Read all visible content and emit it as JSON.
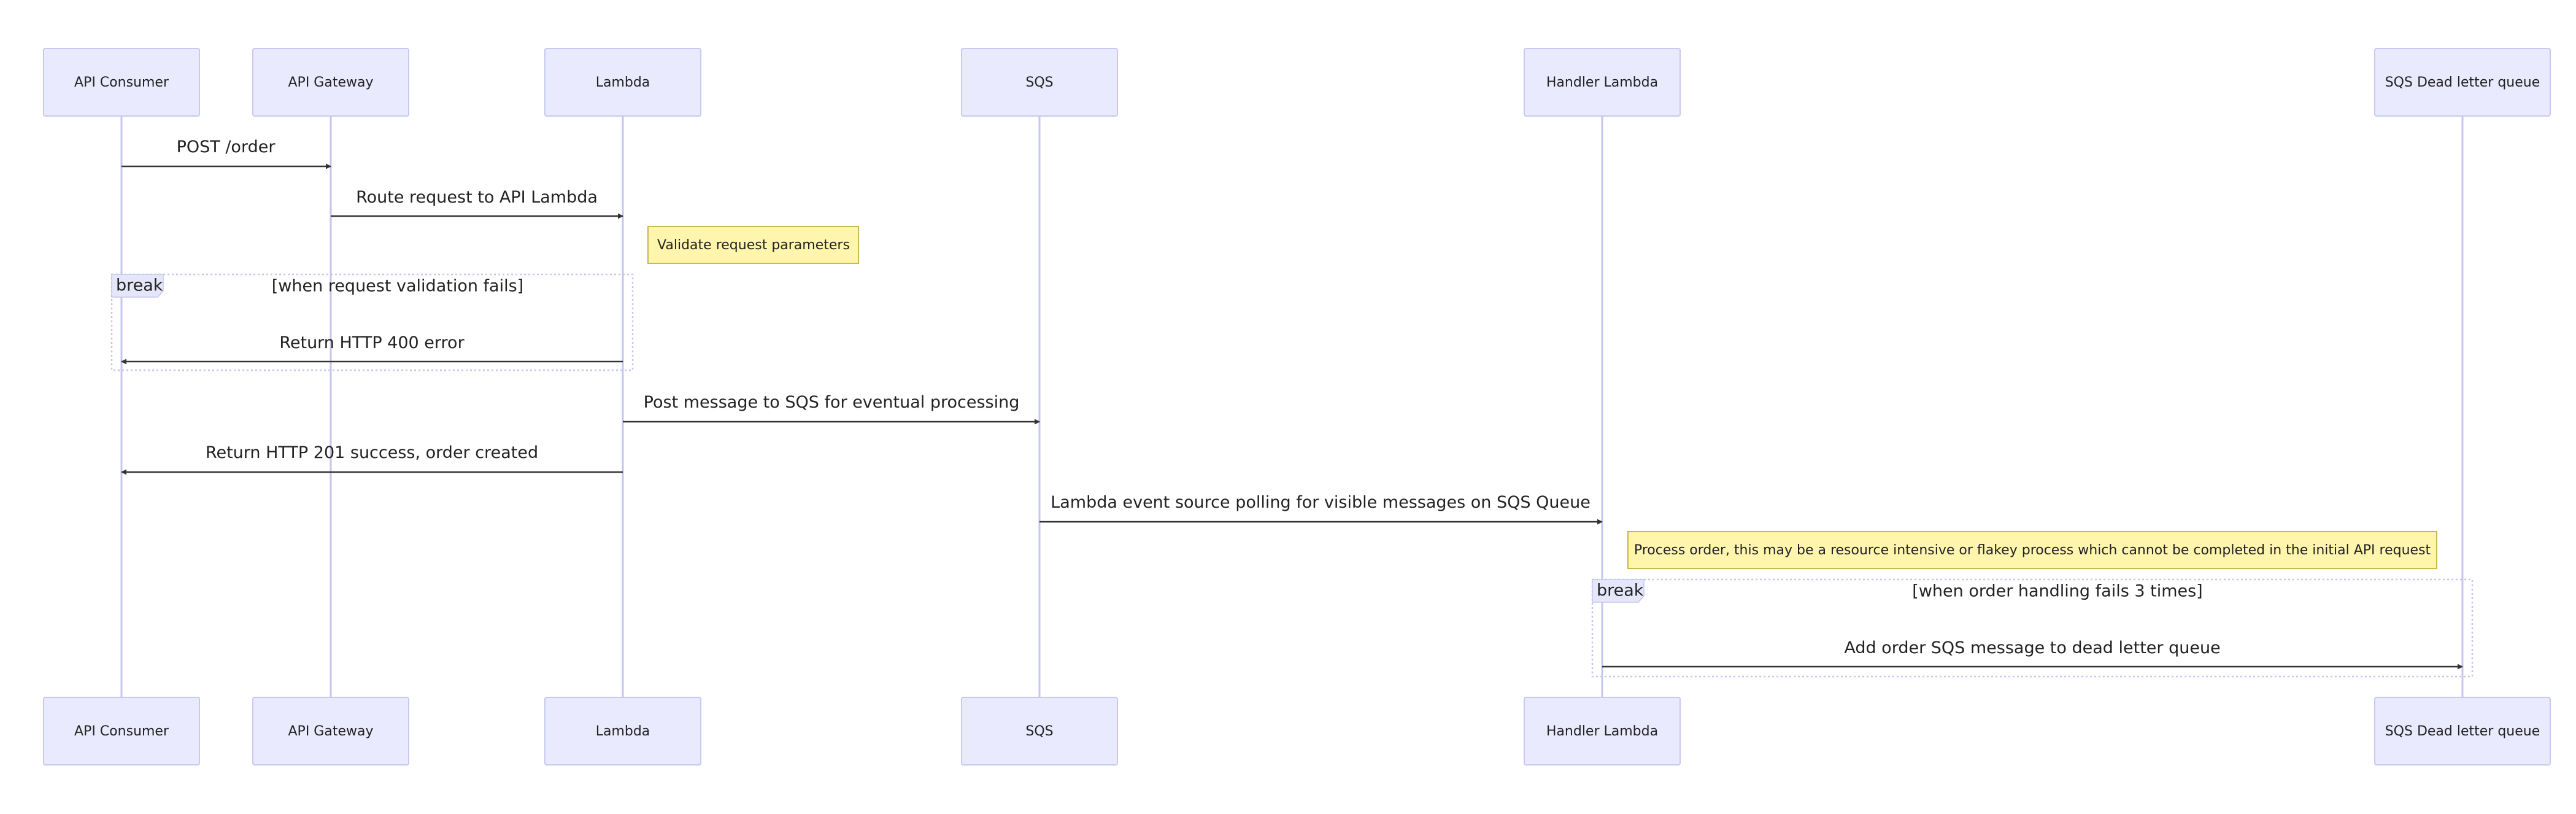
{
  "participants": [
    {
      "id": "consumer",
      "label": "API Consumer"
    },
    {
      "id": "gateway",
      "label": "API Gateway"
    },
    {
      "id": "lambda",
      "label": "Lambda"
    },
    {
      "id": "sqs",
      "label": "SQS"
    },
    {
      "id": "handler",
      "label": "Handler Lambda"
    },
    {
      "id": "dlq",
      "label": "SQS Dead letter queue"
    }
  ],
  "messages": [
    {
      "from": "consumer",
      "to": "gateway",
      "label": "POST /order"
    },
    {
      "from": "gateway",
      "to": "lambda",
      "label": "Route request to API Lambda"
    },
    {
      "from": "lambda",
      "to": "consumer",
      "label": "Return HTTP 400 error"
    },
    {
      "from": "lambda",
      "to": "sqs",
      "label": "Post message to SQS for eventual processing"
    },
    {
      "from": "lambda",
      "to": "consumer",
      "label": "Return HTTP 201 success, order created"
    },
    {
      "from": "sqs",
      "to": "handler",
      "label": "Lambda event source polling for visible messages on SQS Queue"
    },
    {
      "from": "handler",
      "to": "dlq",
      "label": "Add order SQS message to dead letter queue"
    }
  ],
  "notes": [
    {
      "over": "lambda",
      "text": "Validate request parameters"
    },
    {
      "over": "handler",
      "text": "Process order, this may be a resource intensive or flakey process which cannot be completed in the initial API request"
    }
  ],
  "fragments": [
    {
      "type": "break",
      "condition": "[when request validation fails]",
      "contains_message": 2
    },
    {
      "type": "break",
      "condition": "[when order handling fails 3 times]",
      "contains_message": 6
    }
  ]
}
